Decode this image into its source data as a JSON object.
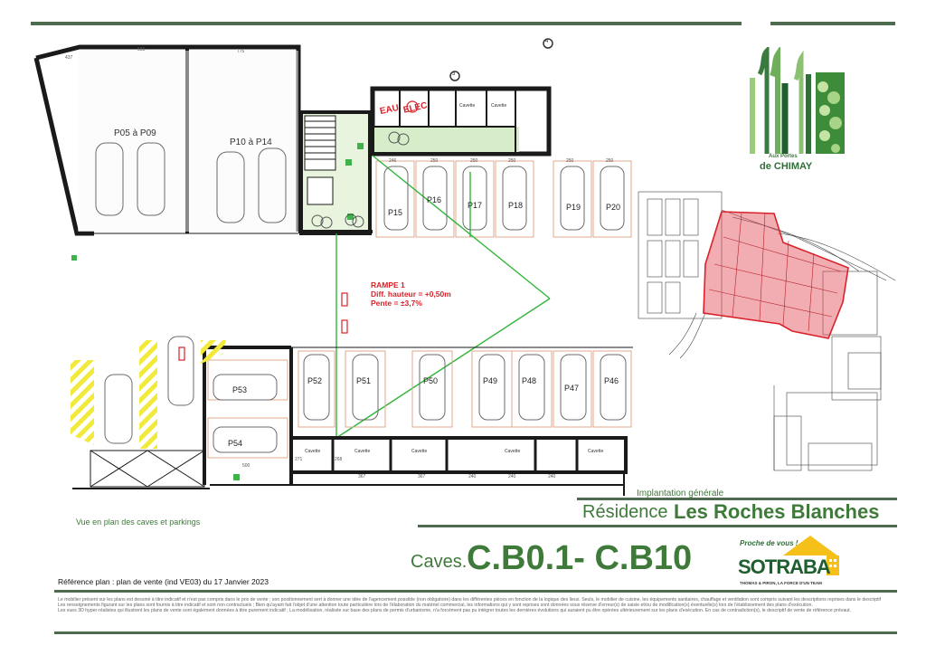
{
  "header": {
    "residence_prefix": "Résidence",
    "residence_name": "Les Roches Blanches",
    "implantation_label": "Implantation générale",
    "view_label": "Vue en plan des caves et parkings",
    "caves_label": "Caves.",
    "caves_range": "C.B0.1- C.B10",
    "reference": "Référence plan : plan de vente (ind VE03) du 17 Janvier 2023"
  },
  "logo": {
    "line1": "Aux Portes",
    "line2": "de CHIMAY"
  },
  "sotraba": {
    "tagline": "Proche de vous !",
    "name": "SOTRABA",
    "sub": "THOMAS & PIRON, LA FORCE D'UN TEAM"
  },
  "plan": {
    "rampe": [
      "RAMPE 1",
      "Diff. hauteur = +0,50m",
      "Pente = ±3,7%"
    ],
    "utilities": {
      "eau": "EAU",
      "elec": "ELEC"
    },
    "parking_groups": [
      "P05 à P09",
      "P10 à P14"
    ],
    "spaces_top": [
      "P15",
      "P16",
      "P17",
      "P18",
      "P19",
      "P20"
    ],
    "spaces_bottom": [
      "P52",
      "P51",
      "P50",
      "P49",
      "P48",
      "P47",
      "P46"
    ],
    "spaces_left": [
      "P53",
      "P54"
    ],
    "dims_top": [
      "555",
      "775",
      "437"
    ],
    "dims_row": [
      "246",
      "250",
      "250",
      "250",
      "250",
      "250"
    ],
    "dims_bottom": [
      "367",
      "367",
      "240",
      "240",
      "240"
    ],
    "dims_left": [
      "500",
      "271",
      "268"
    ],
    "cave_label": "Cavette",
    "markers": [
      "4",
      "3"
    ]
  },
  "disclaimer": [
    "Le mobilier présent sur les plans est dessiné à titre indicatif et n'est pas compris dans le prix de vente ; son positionnement sert à donner une idée de l'agencement possible (non obligatoire) dans les différentes pièces en fonction de la logique des lieux. Seuls, le mobilier de cuisine, les équipements sanitaires, chauffage et ventilation sont compris suivant les descriptions reprises dans le descriptif de vente de référence.",
    "Les renseignements figurant sur les plans sont fournis à titre indicatif et sont non contractuels ; Bien qu'ayant fait l'objet d'une attention toute particulière lors de l'élaboration du matériel commercial, les informations qui y sont reprises sont données sous réserve d'erreur(s) de saisie et/ou de modification(s) éventuelle(s) lors de l'établissement des plans d'exécution.",
    "Les vues 3D hyper-réalistes qui illustrent les plans de vente sont également données à titre purement indicatif ; La modélisation, réalisée sur base des plans de permis d'urbanisme, n'a forcément pas pu intégrer toutes les dernières évolutions qui auraient pu être opérées ultérieurement sur les plans d'exécution. En cas de contradiction(s), le descriptif de vente de référence prévaut."
  ],
  "colors": {
    "rule": "#4e6b4f",
    "accent_green": "#3f7a3a",
    "highlight": "#d9222a",
    "sotraba_yellow": "#f6c01a"
  }
}
